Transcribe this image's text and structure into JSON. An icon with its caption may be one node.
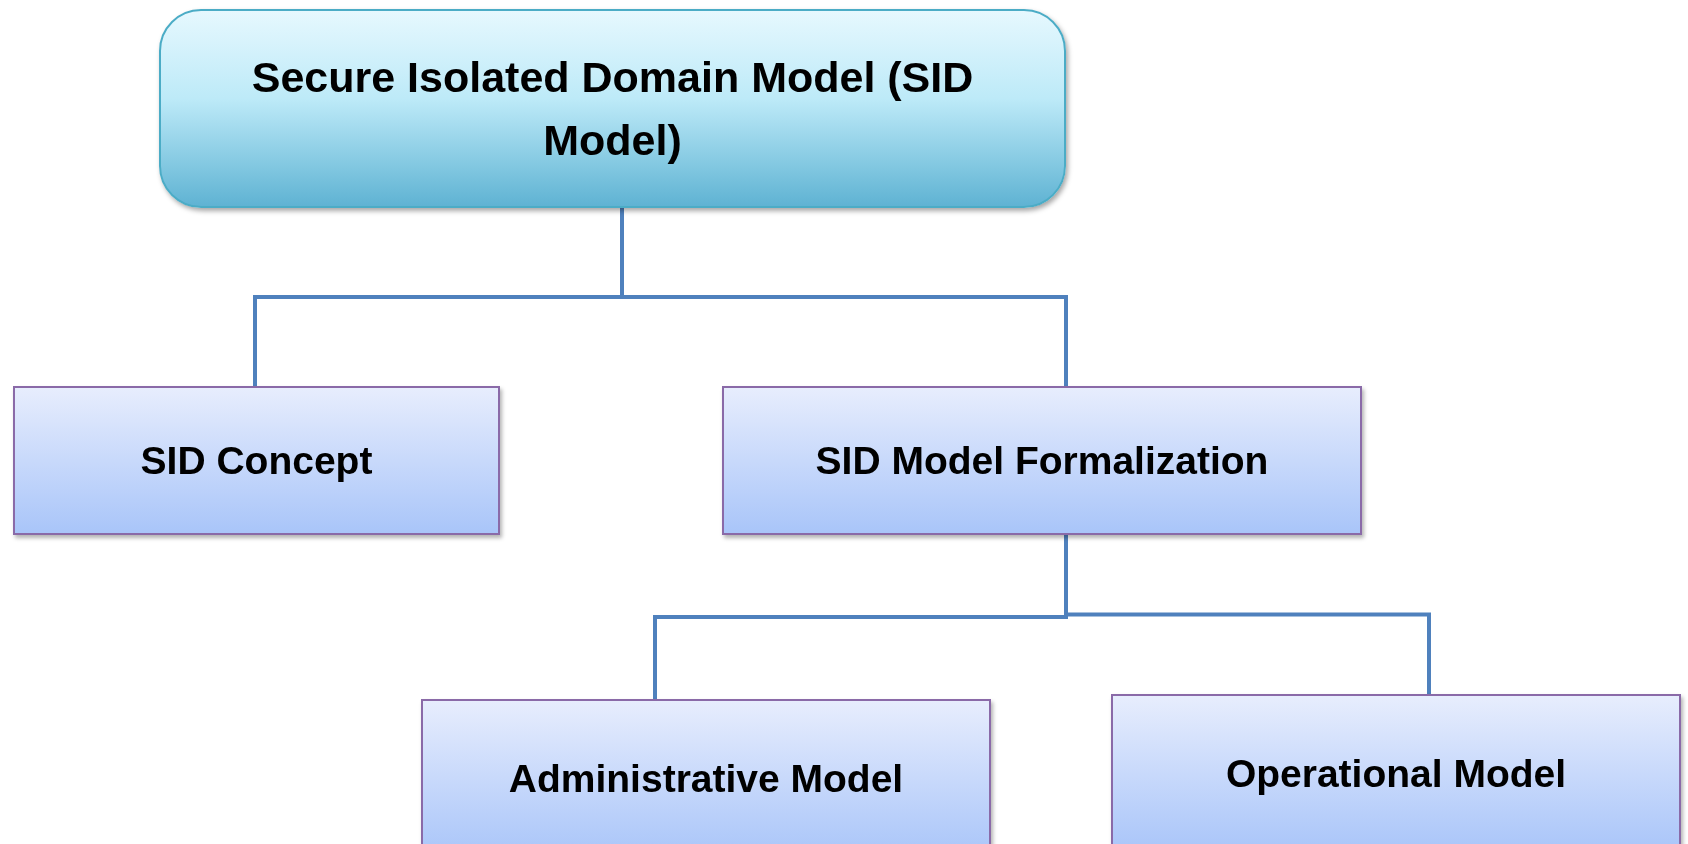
{
  "diagram": {
    "nodes": [
      {
        "text": [
          "Secure Isolated Domain Model (SID Model)"
        ]
      },
      {
        "text": [
          "SID Concept"
        ]
      },
      {
        "text": [
          "SID Model Formalization"
        ]
      },
      {
        "text": [
          "Administrative Model"
        ]
      },
      {
        "text": [
          "Operational Model"
        ]
      }
    ],
    "edges": [
      {
        "from": 0,
        "to": 1,
        "arrow": "none"
      },
      {
        "from": 0,
        "to": 2,
        "arrow": "none"
      },
      {
        "from": 2,
        "to": 3,
        "arrow": "none"
      },
      {
        "from": 2,
        "to": 4,
        "arrow": "none"
      }
    ]
  }
}
